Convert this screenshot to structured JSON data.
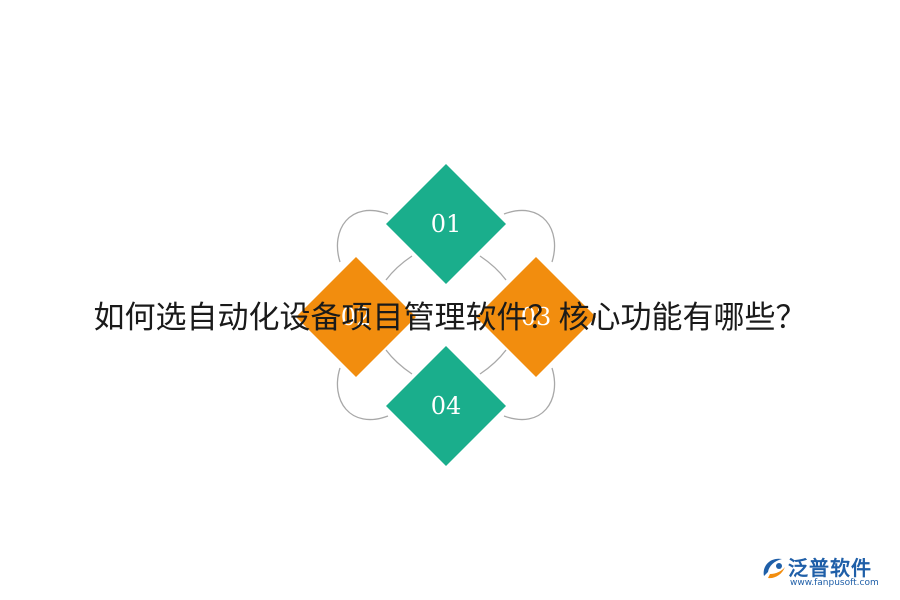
{
  "headline": "如何选自动化设备项目管理软件？核心功能有哪些？",
  "diamonds": [
    {
      "label": "01",
      "color": "#1aae8c"
    },
    {
      "label": "02",
      "color": "#f28d0e"
    },
    {
      "label": "03",
      "color": "#f28d0e"
    },
    {
      "label": "04",
      "color": "#1aae8c"
    }
  ],
  "colors": {
    "teal": "#1aae8c",
    "orange": "#f28d0e",
    "ring_stroke": "#a8a8a8",
    "label_text": "#ffffff",
    "brand_text": "#1f5fa8",
    "brand_accent": "#f28d0e"
  },
  "brand": {
    "name": "泛普软件",
    "url": "www.fanpusoft.com",
    "logo_icon": "fanpu-logo-icon"
  }
}
